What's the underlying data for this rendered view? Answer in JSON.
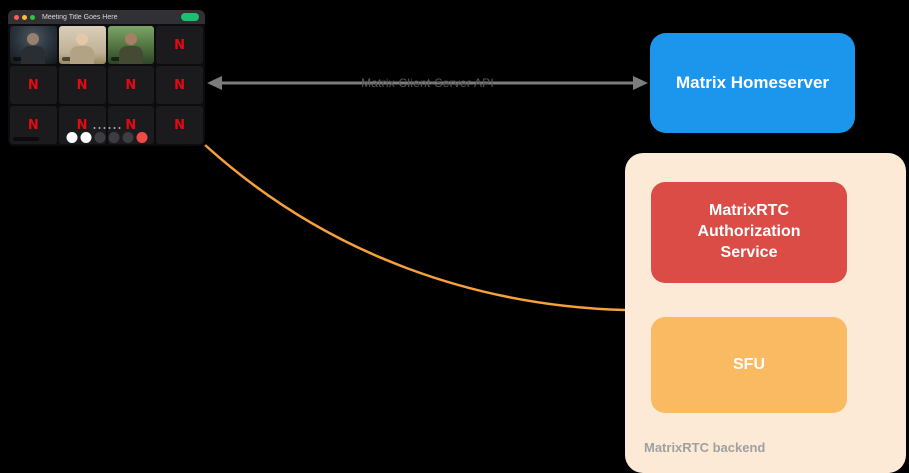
{
  "client_app": {
    "window_title": "Meeting Title Goes Here",
    "tile_letter": "N",
    "tile_letter_color": "#e50914",
    "tile_count": 12,
    "letter_tile_count": 9,
    "photo_tile_count": 3
  },
  "api_connection": {
    "label": "Matrix Client-Server API",
    "line_color": "#7c7c7c",
    "label_color": "#585858",
    "style": "double-headed-arrow"
  },
  "homeserver_box": {
    "label": "Matrix Homeserver",
    "fill": "#1c96ec",
    "text_color": "#ffffff"
  },
  "backend_group": {
    "label": "MatrixRTC backend",
    "label_color": "#a0a0a0",
    "fill": "#fcead6",
    "auth_box": {
      "label": "MatrixRTC Authorization Service",
      "fill": "#db4c46",
      "text_color": "#ffffff"
    },
    "sfu_box": {
      "label": "SFU",
      "fill": "#f9ba61",
      "text_color": "#ffffff"
    }
  },
  "rtc_connection": {
    "color": "#f6a13c",
    "style": "curved-line"
  }
}
